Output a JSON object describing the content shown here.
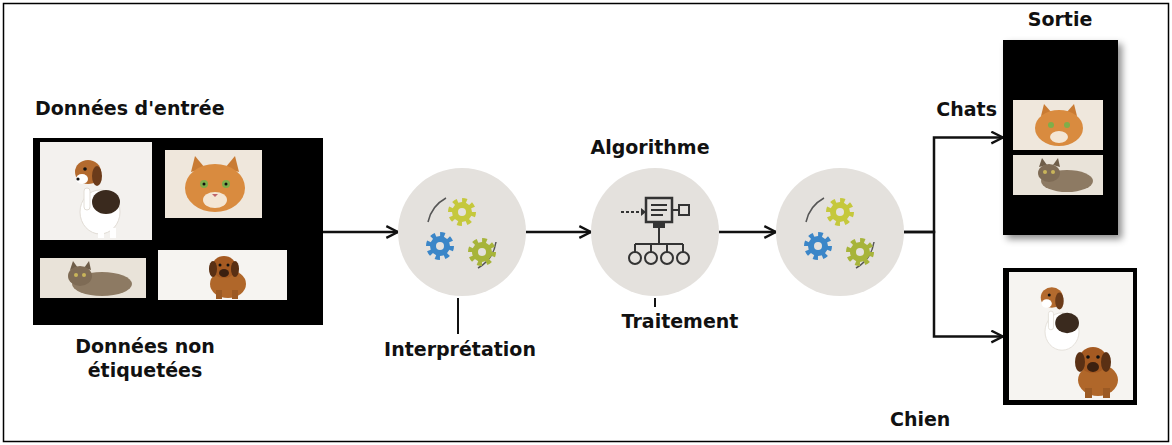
{
  "diagram": {
    "nodes": [
      {
        "text": [
          "Données d'entrée",
          "Données non étiquetées"
        ]
      },
      {
        "text": [
          "Interprétation"
        ]
      },
      {
        "text": [
          "Algorithme",
          "Traitement"
        ]
      },
      {
        "text": []
      },
      {
        "text": [
          "Sortie",
          "Chats"
        ]
      },
      {
        "text": [
          "Chien"
        ]
      }
    ],
    "edges": [
      {
        "from": 0,
        "to": 1,
        "arrow": "to"
      },
      {
        "from": 1,
        "to": 2,
        "arrow": "to"
      },
      {
        "from": 2,
        "to": 3,
        "arrow": "to"
      },
      {
        "from": 3,
        "to": 4,
        "arrow": "to"
      },
      {
        "from": 3,
        "to": 5,
        "arrow": "to"
      }
    ]
  }
}
